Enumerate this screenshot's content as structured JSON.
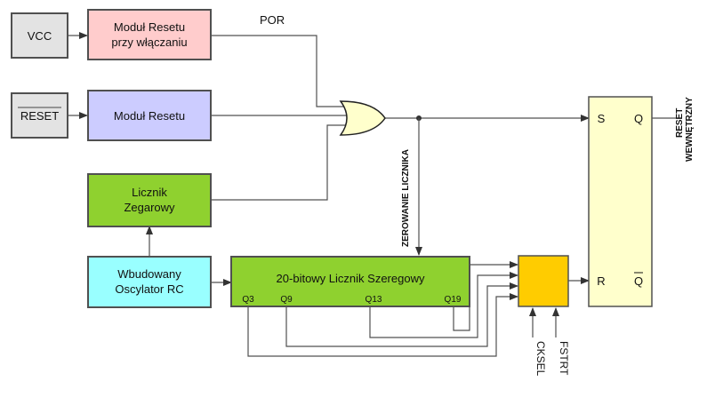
{
  "blocks": {
    "vcc": "VCC",
    "reset_input": "RESET",
    "power_on_reset_line1": "Moduł Resetu",
    "power_on_reset_line2": "przy włączaniu",
    "reset_module": "Moduł Resetu",
    "clock_counter_line1": "Licznik",
    "clock_counter_line2": "Zegarowy",
    "rc_oscillator_line1": "Wbudowany",
    "rc_oscillator_line2": "Oscylator RC",
    "serial_counter": "20-bitowy Licznik Szeregowy"
  },
  "counter_taps": [
    "Q3",
    "Q9",
    "Q13",
    "Q19"
  ],
  "signals": {
    "por": "POR",
    "counter_reset": "ZEROWANIE LICZNIKA",
    "cksel": "CKSEL",
    "fstrt": "FSTRT",
    "internal_reset_line1": "RESET",
    "internal_reset_line2": "WEWNĘTRZNY"
  },
  "flipflop": {
    "s": "S",
    "r": "R",
    "q": "Q",
    "qbar": "Q"
  },
  "colors": {
    "vcc_fill": "#e3e3e3",
    "por_fill": "#ffcccc",
    "reset_module_fill": "#ccccff",
    "counter_fill": "#8fd12f",
    "oscillator_fill": "#99ffff",
    "mux_fill": "#ffcc00",
    "flipflop_fill": "#ffffcc",
    "gate_fill": "#ffffcc"
  }
}
